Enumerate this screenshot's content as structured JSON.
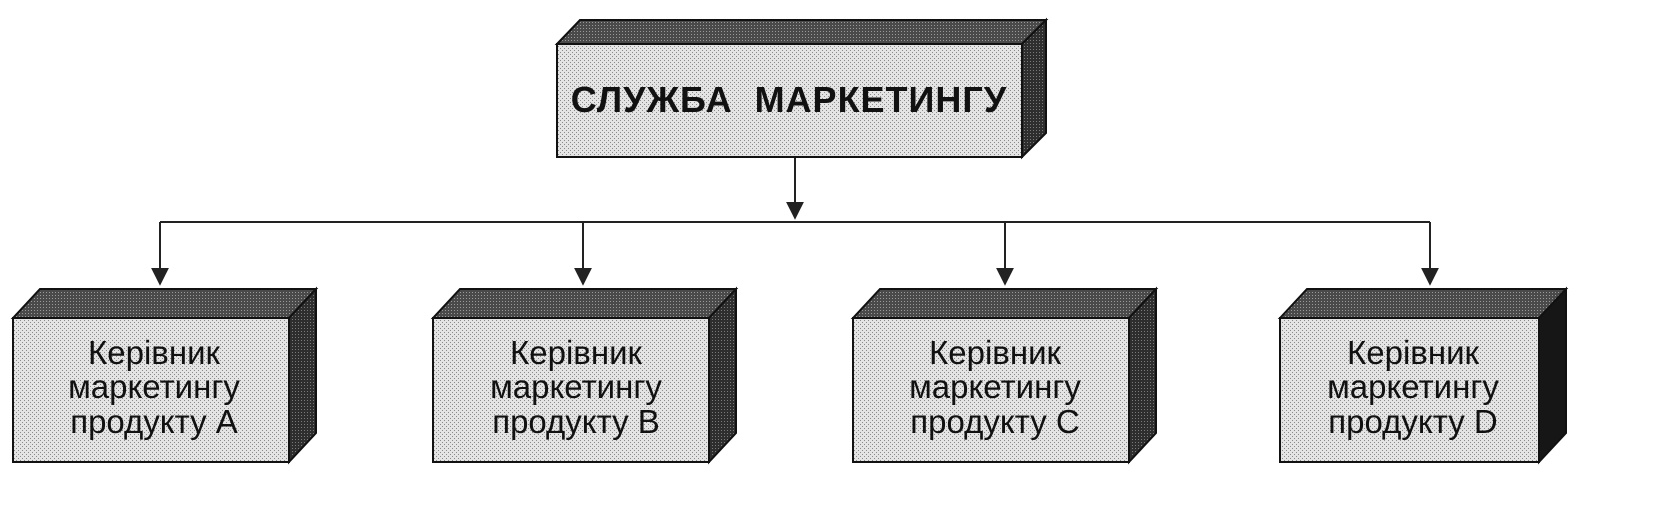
{
  "diagram": {
    "root": {
      "label": "СЛУЖБА  МАРКЕТИНГУ"
    },
    "children": [
      {
        "lines": [
          "Керівник",
          "маркетингу",
          "продукту А"
        ]
      },
      {
        "lines": [
          "Керівник",
          "маркетингу",
          "продукту В"
        ]
      },
      {
        "lines": [
          "Керівник",
          "маркетингу",
          "продукту С"
        ]
      },
      {
        "lines": [
          "Керівник",
          "маркетингу",
          "продукту D"
        ]
      }
    ]
  },
  "colors": {
    "face": "#d6d6d6",
    "top_side": "#5e5e5e",
    "right_side": "#3d3d3d",
    "stroke": "#111111",
    "connector": "#222222"
  }
}
